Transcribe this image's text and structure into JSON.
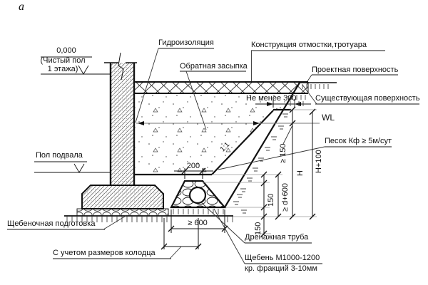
{
  "figure": {
    "letter": "а"
  },
  "colors": {
    "drawing_ink": "#1a1a1a",
    "background": "#ffffff"
  },
  "labels": {
    "level_zero_mark": "0,000",
    "level_zero_note1": "(Чистый пол",
    "level_zero_note2": "1 этажа)",
    "waterproofing": "Гидроизоляция",
    "backfill": "Обратная засыпка",
    "blind_area": "Конструкция отмостки,тротуара",
    "design_surface": "Проектная поверхность",
    "existing_surface": "Существующая поверхность",
    "water_level": "WL",
    "sand": "Песок Кф ≥ 5м/сут",
    "basement_floor": "Пол подвала",
    "rubble_preparation": "Щебеночная подготовка",
    "well_note": "С учетом размеров колодца",
    "drain_pipe": "Дренажная труба",
    "gravel_line1": "Щебень М1000-1200",
    "gravel_line2": "кр. фракций 3-10мм"
  },
  "dimensions": {
    "min300": "Не менее 300",
    "d200": "200",
    "d600": "≥ 600",
    "d150_upper": "150",
    "d150_lower": "150",
    "ge150": "≥ 150",
    "ge_d600": "≥ d+600",
    "h": "Н",
    "h_plus_100": "Н+100",
    "slope": "1:1"
  }
}
